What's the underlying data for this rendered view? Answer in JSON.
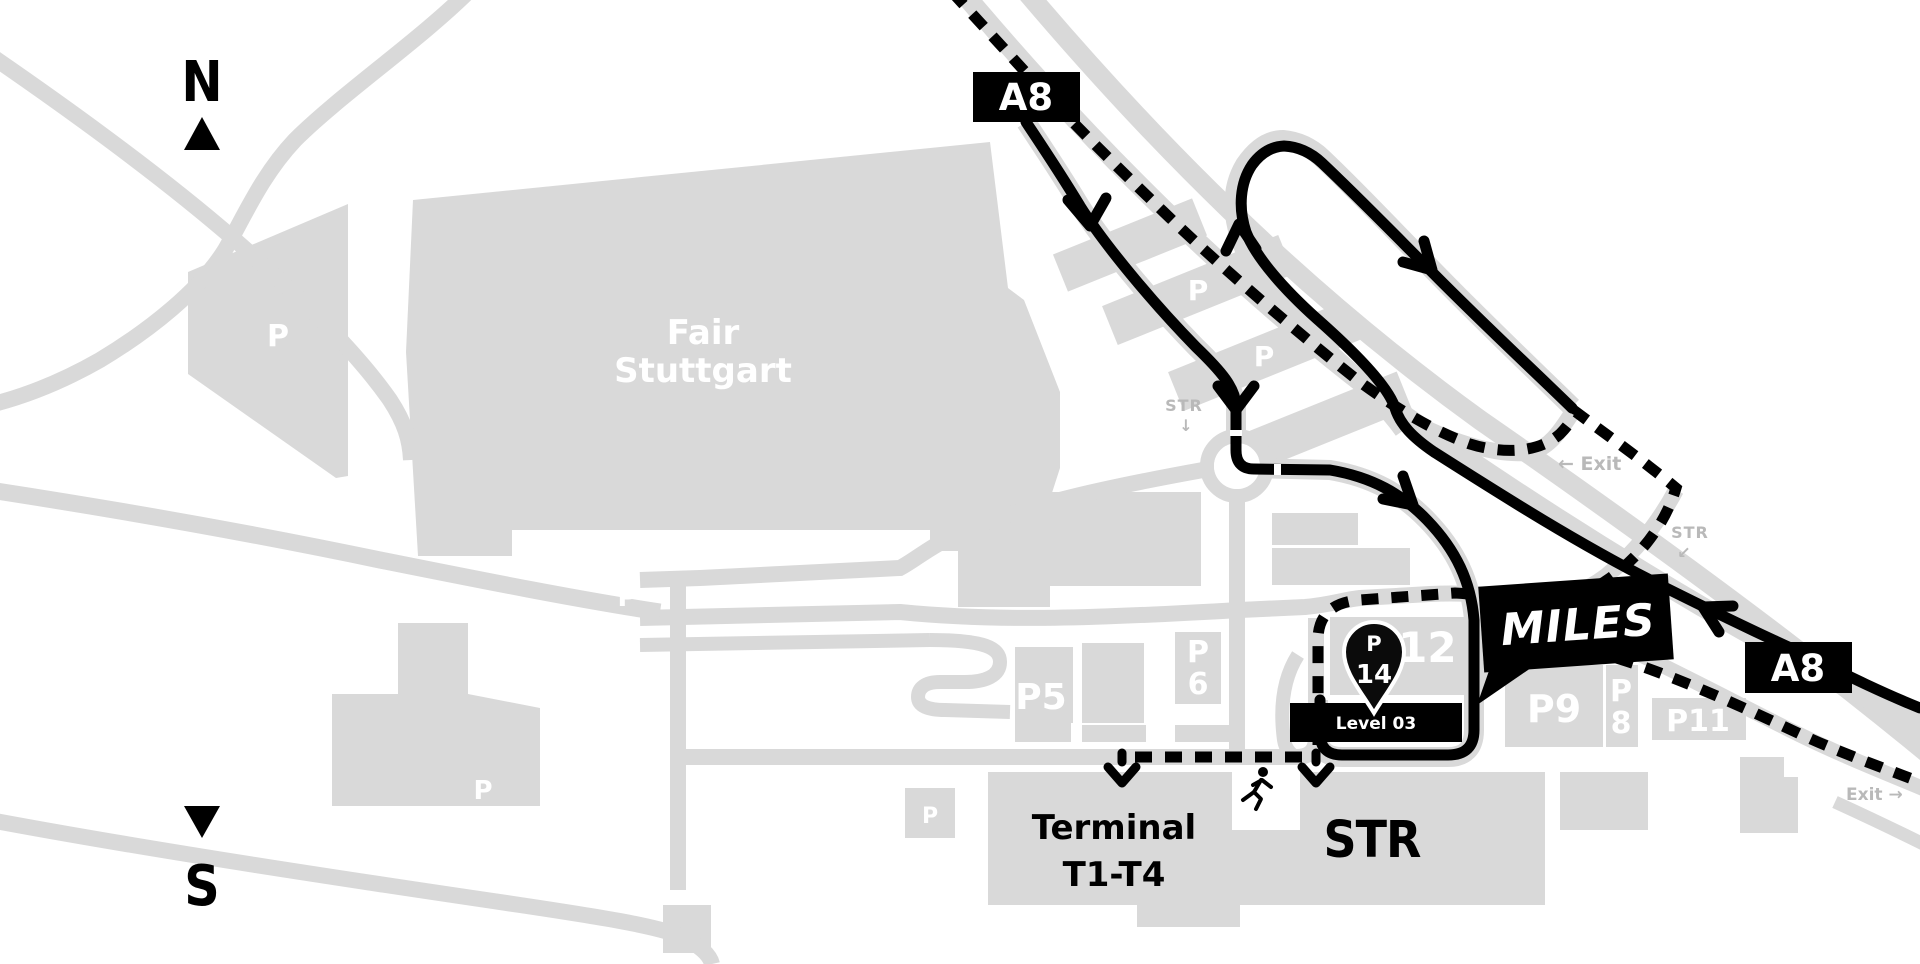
{
  "labels": {
    "compass_north": "N",
    "compass_south": "S",
    "highway_badge": "A8",
    "fair_line1": "Fair",
    "fair_line2": "Stuttgart",
    "terminal_line1": "Terminal",
    "terminal_line2": "T1-T4",
    "airport_code": "STR",
    "p_generic": "P",
    "p5": "P5",
    "p6_top": "P",
    "p6_bottom": "6",
    "p8_top": "P",
    "p8_bottom": "8",
    "p9": "P9",
    "p11": "P11",
    "p12": "P12",
    "brand": "MILES",
    "pin_top": "P",
    "pin_bottom": "14",
    "level": "Level 03",
    "str_exit_small": "STR",
    "str_exit_small_arrow": "↓",
    "exit_west": "← Exit",
    "str_ramp": "STR",
    "str_ramp_arrow": "↙",
    "exit_east": "Exit →"
  },
  "colors": {
    "map_gray": "#d9d9d9",
    "label_gray": "#b9b9b9",
    "route_black": "#000000",
    "background": "#ffffff"
  }
}
